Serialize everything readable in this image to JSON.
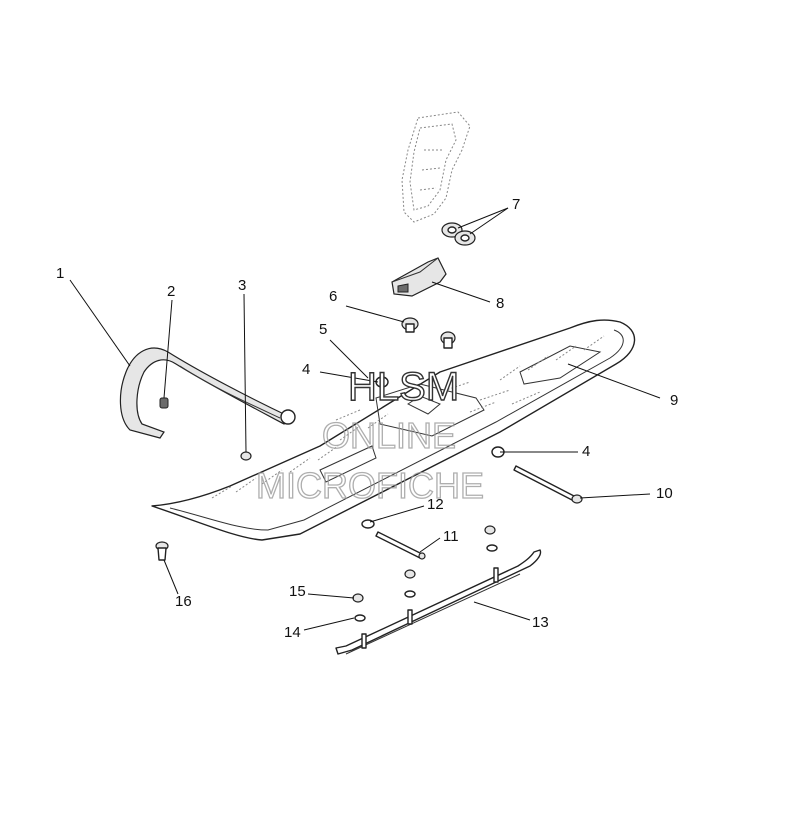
{
  "callouts": [
    "1",
    "2",
    "3",
    "4",
    "4",
    "5",
    "6",
    "7",
    "8",
    "9",
    "10",
    "11",
    "12",
    "13",
    "14",
    "15",
    "16"
  ],
  "watermark": {
    "line1": "HLSM",
    "line2": "ONLINE",
    "line3": "MICROFICHE"
  }
}
